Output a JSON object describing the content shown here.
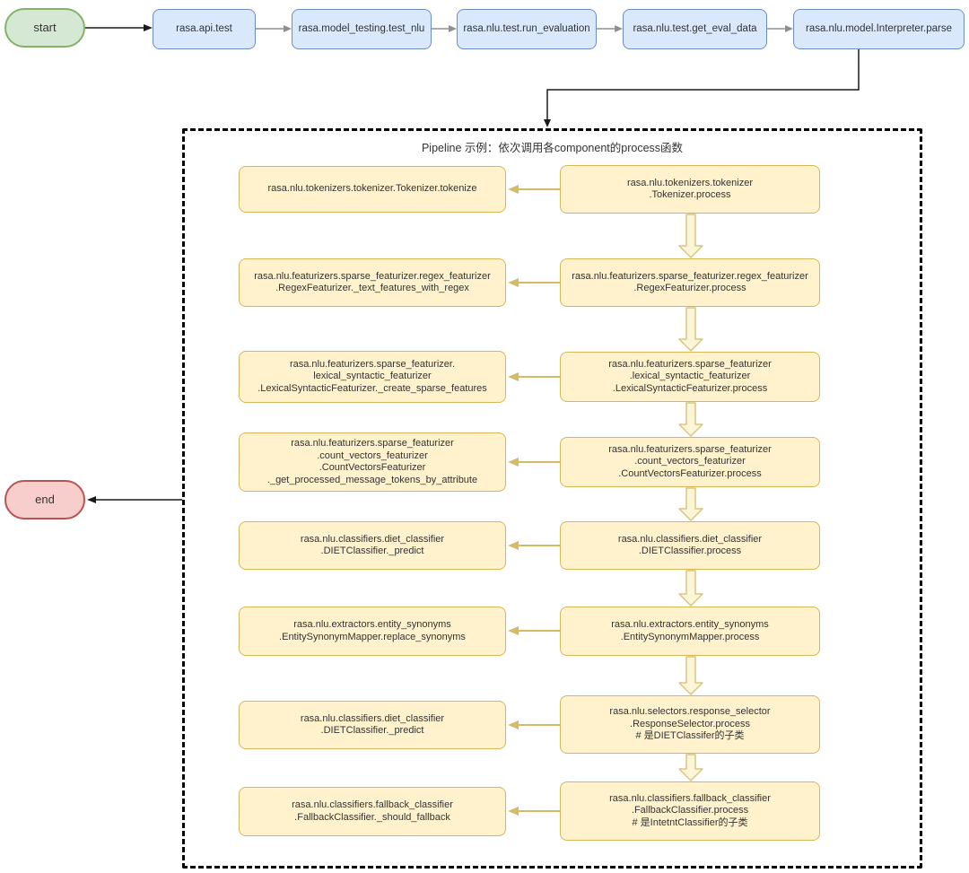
{
  "top_flow": {
    "start": "start",
    "end": "end",
    "steps": [
      "rasa.api.test",
      "rasa.model_testing.test_nlu",
      "rasa.nlu.test.run_evaluation",
      "rasa.nlu.test.get_eval_data",
      "rasa.nlu.model.Interpreter.parse"
    ]
  },
  "pipeline": {
    "title": "Pipeline 示例：依次调用各component的process函数",
    "rows": [
      {
        "callee": [
          "rasa.nlu.tokenizers.tokenizer.Tokenizer.tokenize"
        ],
        "caller": [
          "rasa.nlu.tokenizers.tokenizer",
          ".Tokenizer.process"
        ]
      },
      {
        "callee": [
          "rasa.nlu.featurizers.sparse_featurizer.regex_featurizer",
          ".RegexFeaturizer._text_features_with_regex"
        ],
        "caller": [
          "rasa.nlu.featurizers.sparse_featurizer.regex_featurizer",
          ".RegexFeaturizer.process"
        ]
      },
      {
        "callee": [
          "rasa.nlu.featurizers.sparse_featurizer.",
          "lexical_syntactic_featurizer",
          ".LexicalSyntacticFeaturizer._create_sparse_features"
        ],
        "caller": [
          "rasa.nlu.featurizers.sparse_featurizer",
          ".lexical_syntactic_featurizer",
          ".LexicalSyntacticFeaturizer.process"
        ]
      },
      {
        "callee": [
          "rasa.nlu.featurizers.sparse_featurizer",
          ".count_vectors_featurizer",
          ".CountVectorsFeaturizer",
          "._get_processed_message_tokens_by_attribute"
        ],
        "caller": [
          "rasa.nlu.featurizers.sparse_featurizer",
          ".count_vectors_featurizer",
          ".CountVectorsFeaturizer.process"
        ]
      },
      {
        "callee": [
          "rasa.nlu.classifiers.diet_classifier",
          ".DIETClassifier._predict"
        ],
        "caller": [
          "rasa.nlu.classifiers.diet_classifier",
          ".DIETClassifier.process"
        ]
      },
      {
        "callee": [
          "rasa.nlu.extractors.entity_synonyms",
          ".EntitySynonymMapper.replace_synonyms"
        ],
        "caller": [
          "rasa.nlu.extractors.entity_synonyms",
          ".EntitySynonymMapper.process"
        ]
      },
      {
        "callee": [
          "rasa.nlu.classifiers.diet_classifier",
          ".DIETClassifier._predict"
        ],
        "caller": [
          "rasa.nlu.selectors.response_selector",
          ".ResponseSelector.process",
          "# 是DIETClassifer的子类"
        ]
      },
      {
        "callee": [
          "rasa.nlu.classifiers.fallback_classifier",
          ".FallbackClassifier._should_fallback"
        ],
        "caller": [
          "rasa.nlu.classifiers.fallback_classifier",
          ".FallbackClassifier.process",
          "# 是IntetntClassifier的子类"
        ]
      }
    ]
  },
  "colors": {
    "start_fill": "#d5e8d4",
    "start_border": "#82b366",
    "end_fill": "#f8cecc",
    "end_border": "#b85450",
    "step_fill": "#dae8fc",
    "step_border": "#6c8ebf",
    "stage_fill": "#fff2cc",
    "stage_border": "#d6b656",
    "arrow_black": "#1a1a1a",
    "arrow_gray": "#8f8f8f",
    "arrow_tan": "#d6bb67",
    "big_arrow_fill": "#fdf5d7",
    "big_arrow_stroke": "#d9c57e",
    "container_border": "#000000",
    "text": "#333333"
  }
}
